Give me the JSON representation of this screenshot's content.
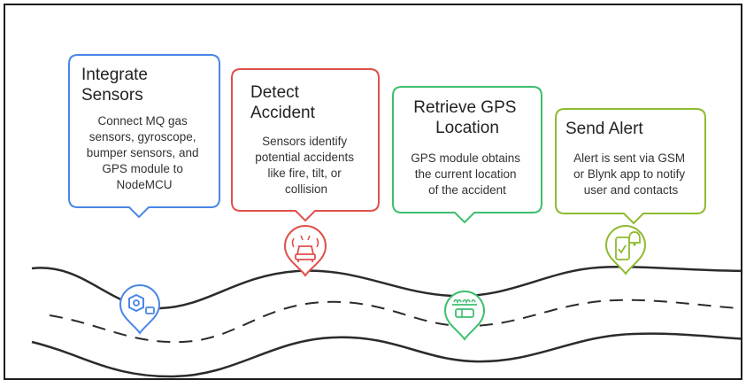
{
  "steps": [
    {
      "title": [
        "Integrate",
        "Sensors"
      ],
      "description": [
        "Connect MQ gas",
        "sensors, gyroscope,",
        "bumper sensors, and",
        "GPS module to",
        "NodeMCU"
      ],
      "color": "#4a86e8",
      "icon": "sensor-hexagon-icon"
    },
    {
      "title": [
        "Detect",
        "Accident"
      ],
      "description": [
        "Sensors identify",
        "potential accidents",
        "like fire, tilt, or",
        "collision"
      ],
      "color": "#e0504a",
      "icon": "car-crash-icon"
    },
    {
      "title": [
        "Retrieve GPS",
        "Location"
      ],
      "description": [
        "GPS module obtains",
        "the current location",
        "of the accident"
      ],
      "color": "#3dbf6e",
      "icon": "gps-module-icon"
    },
    {
      "title": [
        "Send Alert"
      ],
      "description": [
        "Alert is sent via GSM",
        "or Blynk app to notify",
        "user and contacts"
      ],
      "color": "#8dbb2e",
      "icon": "phone-alert-icon"
    }
  ]
}
